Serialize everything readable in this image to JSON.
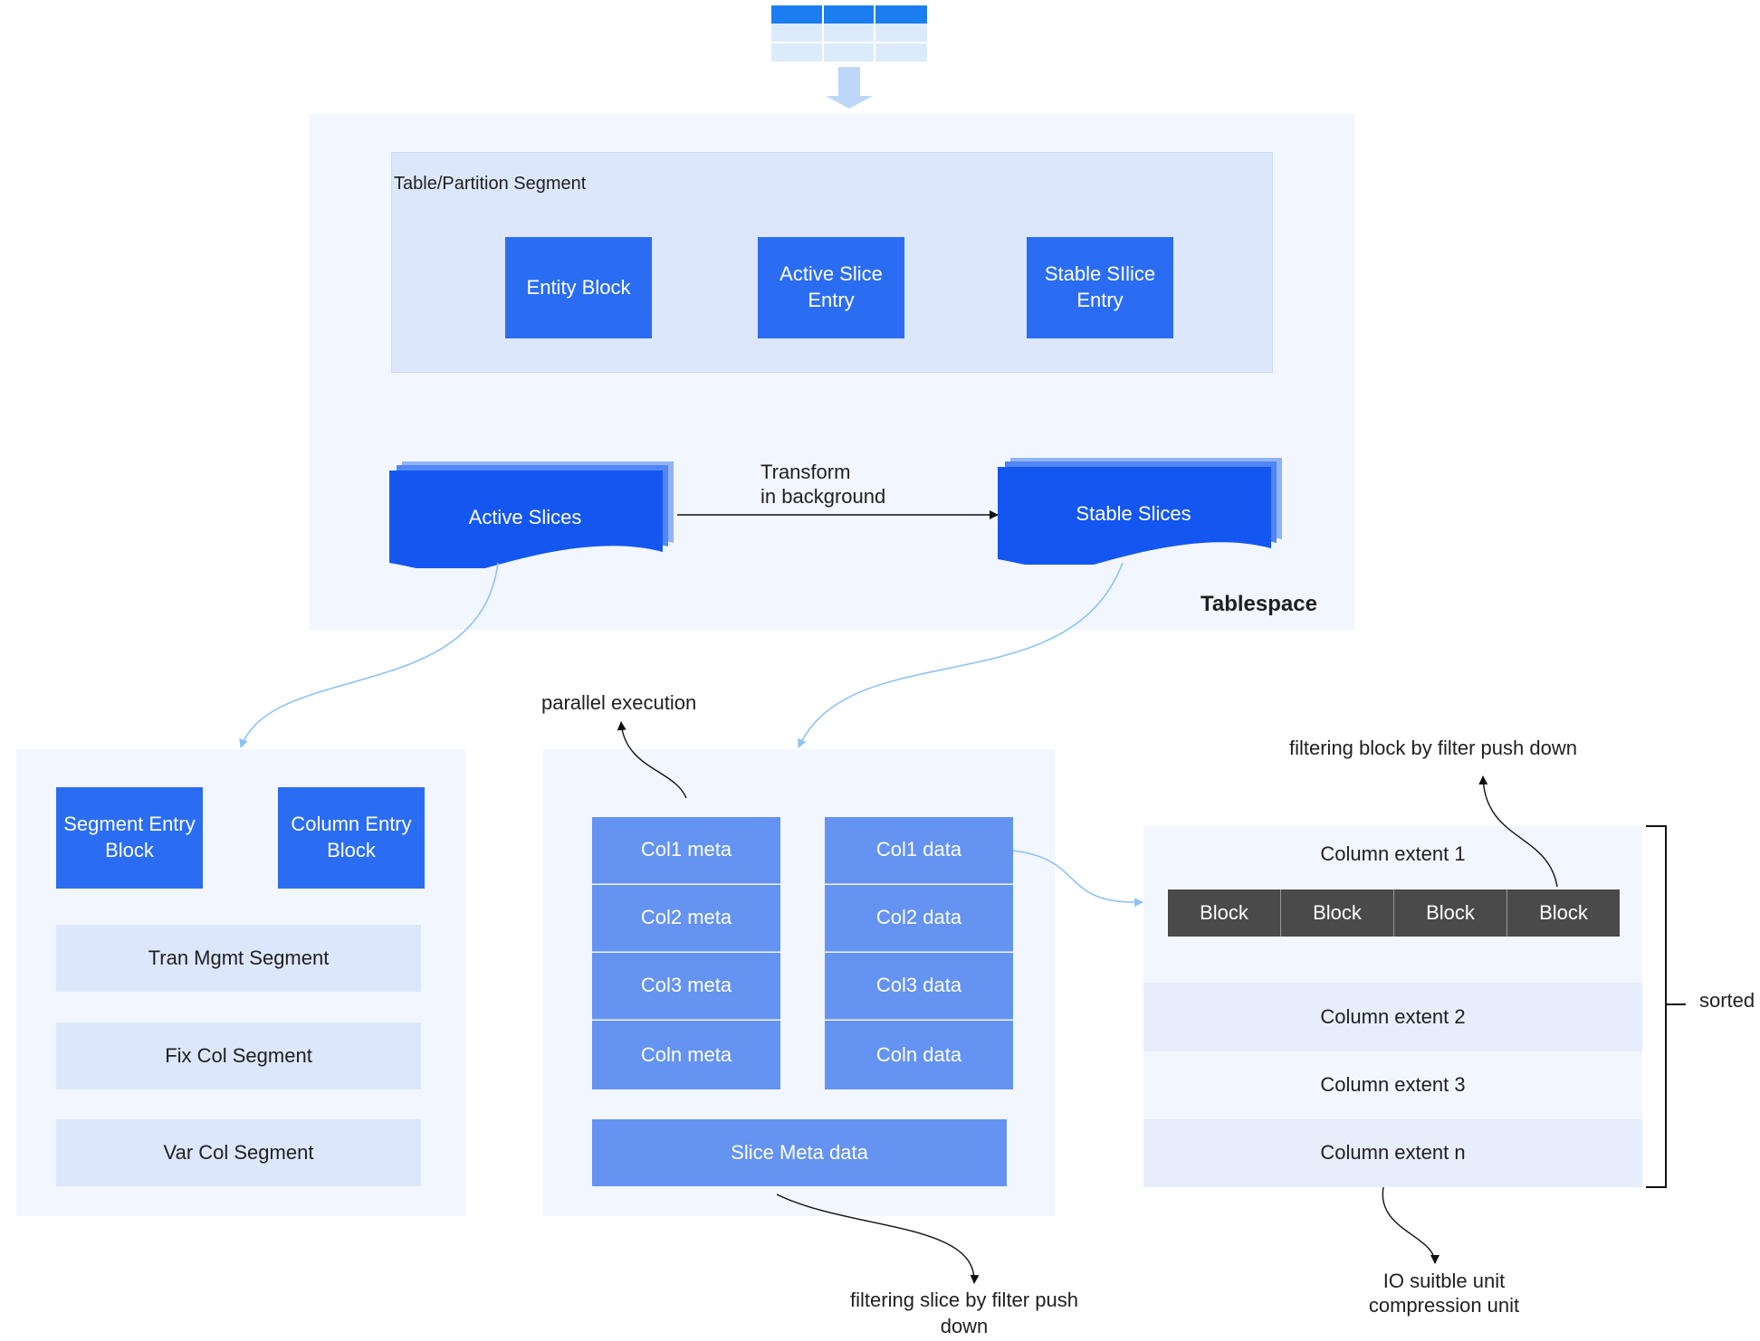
{
  "top": {
    "table_icon": "table-icon",
    "down_arrow_icon": "arrow-down-icon"
  },
  "tablespace": {
    "label": "Tablespace",
    "segment": {
      "title": "Table/Partition Segment",
      "blocks": [
        "Entity Block",
        "Active Slice Entry",
        "Stable SIlice Entry"
      ]
    },
    "active_slices": "Active Slices",
    "stable_slices": "Stable Slices",
    "transform_line1": "Transform",
    "transform_line2": "in background"
  },
  "left_panel": {
    "segment_entry_block": "Segment Entry Block",
    "column_entry_block": "Column Entry Block",
    "segments": [
      "Tran Mgmt Segment",
      "Fix Col Segment",
      "Var Col Segment"
    ]
  },
  "middle_panel": {
    "parallel_label": "parallel execution",
    "meta_cells": [
      "Col1 meta",
      "Col2 meta",
      "Col3 meta",
      "Coln meta"
    ],
    "data_cells": [
      "Col1 data",
      "Col2 data",
      "Col3 data",
      "Coln data"
    ],
    "slice_meta": "Slice Meta data",
    "filter_slice_label": "filtering slice by filter push down"
  },
  "right_panel": {
    "filter_block_label": "filtering block by filter push down",
    "extents": [
      "Column extent 1",
      "Column extent 2",
      "Column extent 3",
      "Column extent n"
    ],
    "blocks": [
      "Block",
      "Block",
      "Block",
      "Block"
    ],
    "sorted_label": "sorted",
    "io_label_line1": "IO suitble unit",
    "io_label_line2": "compression unit"
  },
  "colors": {
    "primary_blue": "#2B6DF2",
    "medium_blue": "#6493F2",
    "pale_blue": "#DCE7FB",
    "panel_bg": "#F2F6FE",
    "dark_block": "#4A4A4A",
    "connector_blue": "#8CC3F5"
  }
}
